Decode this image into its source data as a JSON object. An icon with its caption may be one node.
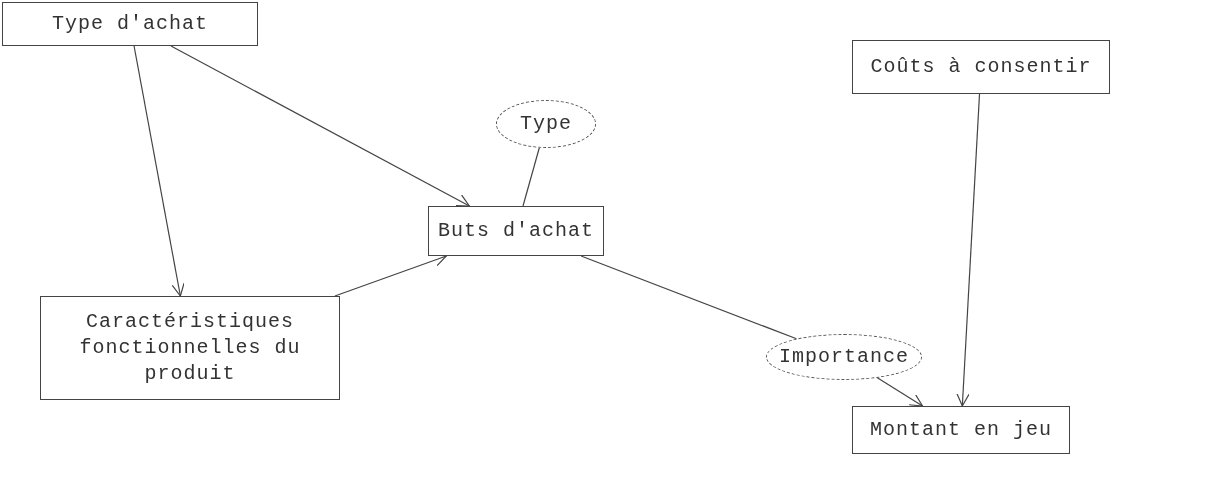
{
  "diagram": {
    "nodes": [
      {
        "text": [
          "Type d'achat"
        ]
      },
      {
        "text": [
          "Type"
        ]
      },
      {
        "text": [
          "Coûts à consentir"
        ]
      },
      {
        "text": [
          "Buts d'achat"
        ]
      },
      {
        "text": [
          "Caractéristiques fonctionnelles du produit"
        ]
      },
      {
        "text": [
          "Importance"
        ]
      },
      {
        "text": [
          "Montant en jeu"
        ]
      }
    ],
    "edges": [
      {
        "from": 0,
        "to": 3,
        "arrow": "to"
      },
      {
        "from": 0,
        "to": 4,
        "arrow": "to"
      },
      {
        "from": 4,
        "to": 3,
        "arrow": "to"
      },
      {
        "from": 1,
        "to": 3,
        "arrow": "none"
      },
      {
        "from": 3,
        "to": 5,
        "arrow": "none"
      },
      {
        "from": 5,
        "to": 6,
        "arrow": "to"
      },
      {
        "from": 2,
        "to": 6,
        "arrow": "to"
      }
    ]
  }
}
